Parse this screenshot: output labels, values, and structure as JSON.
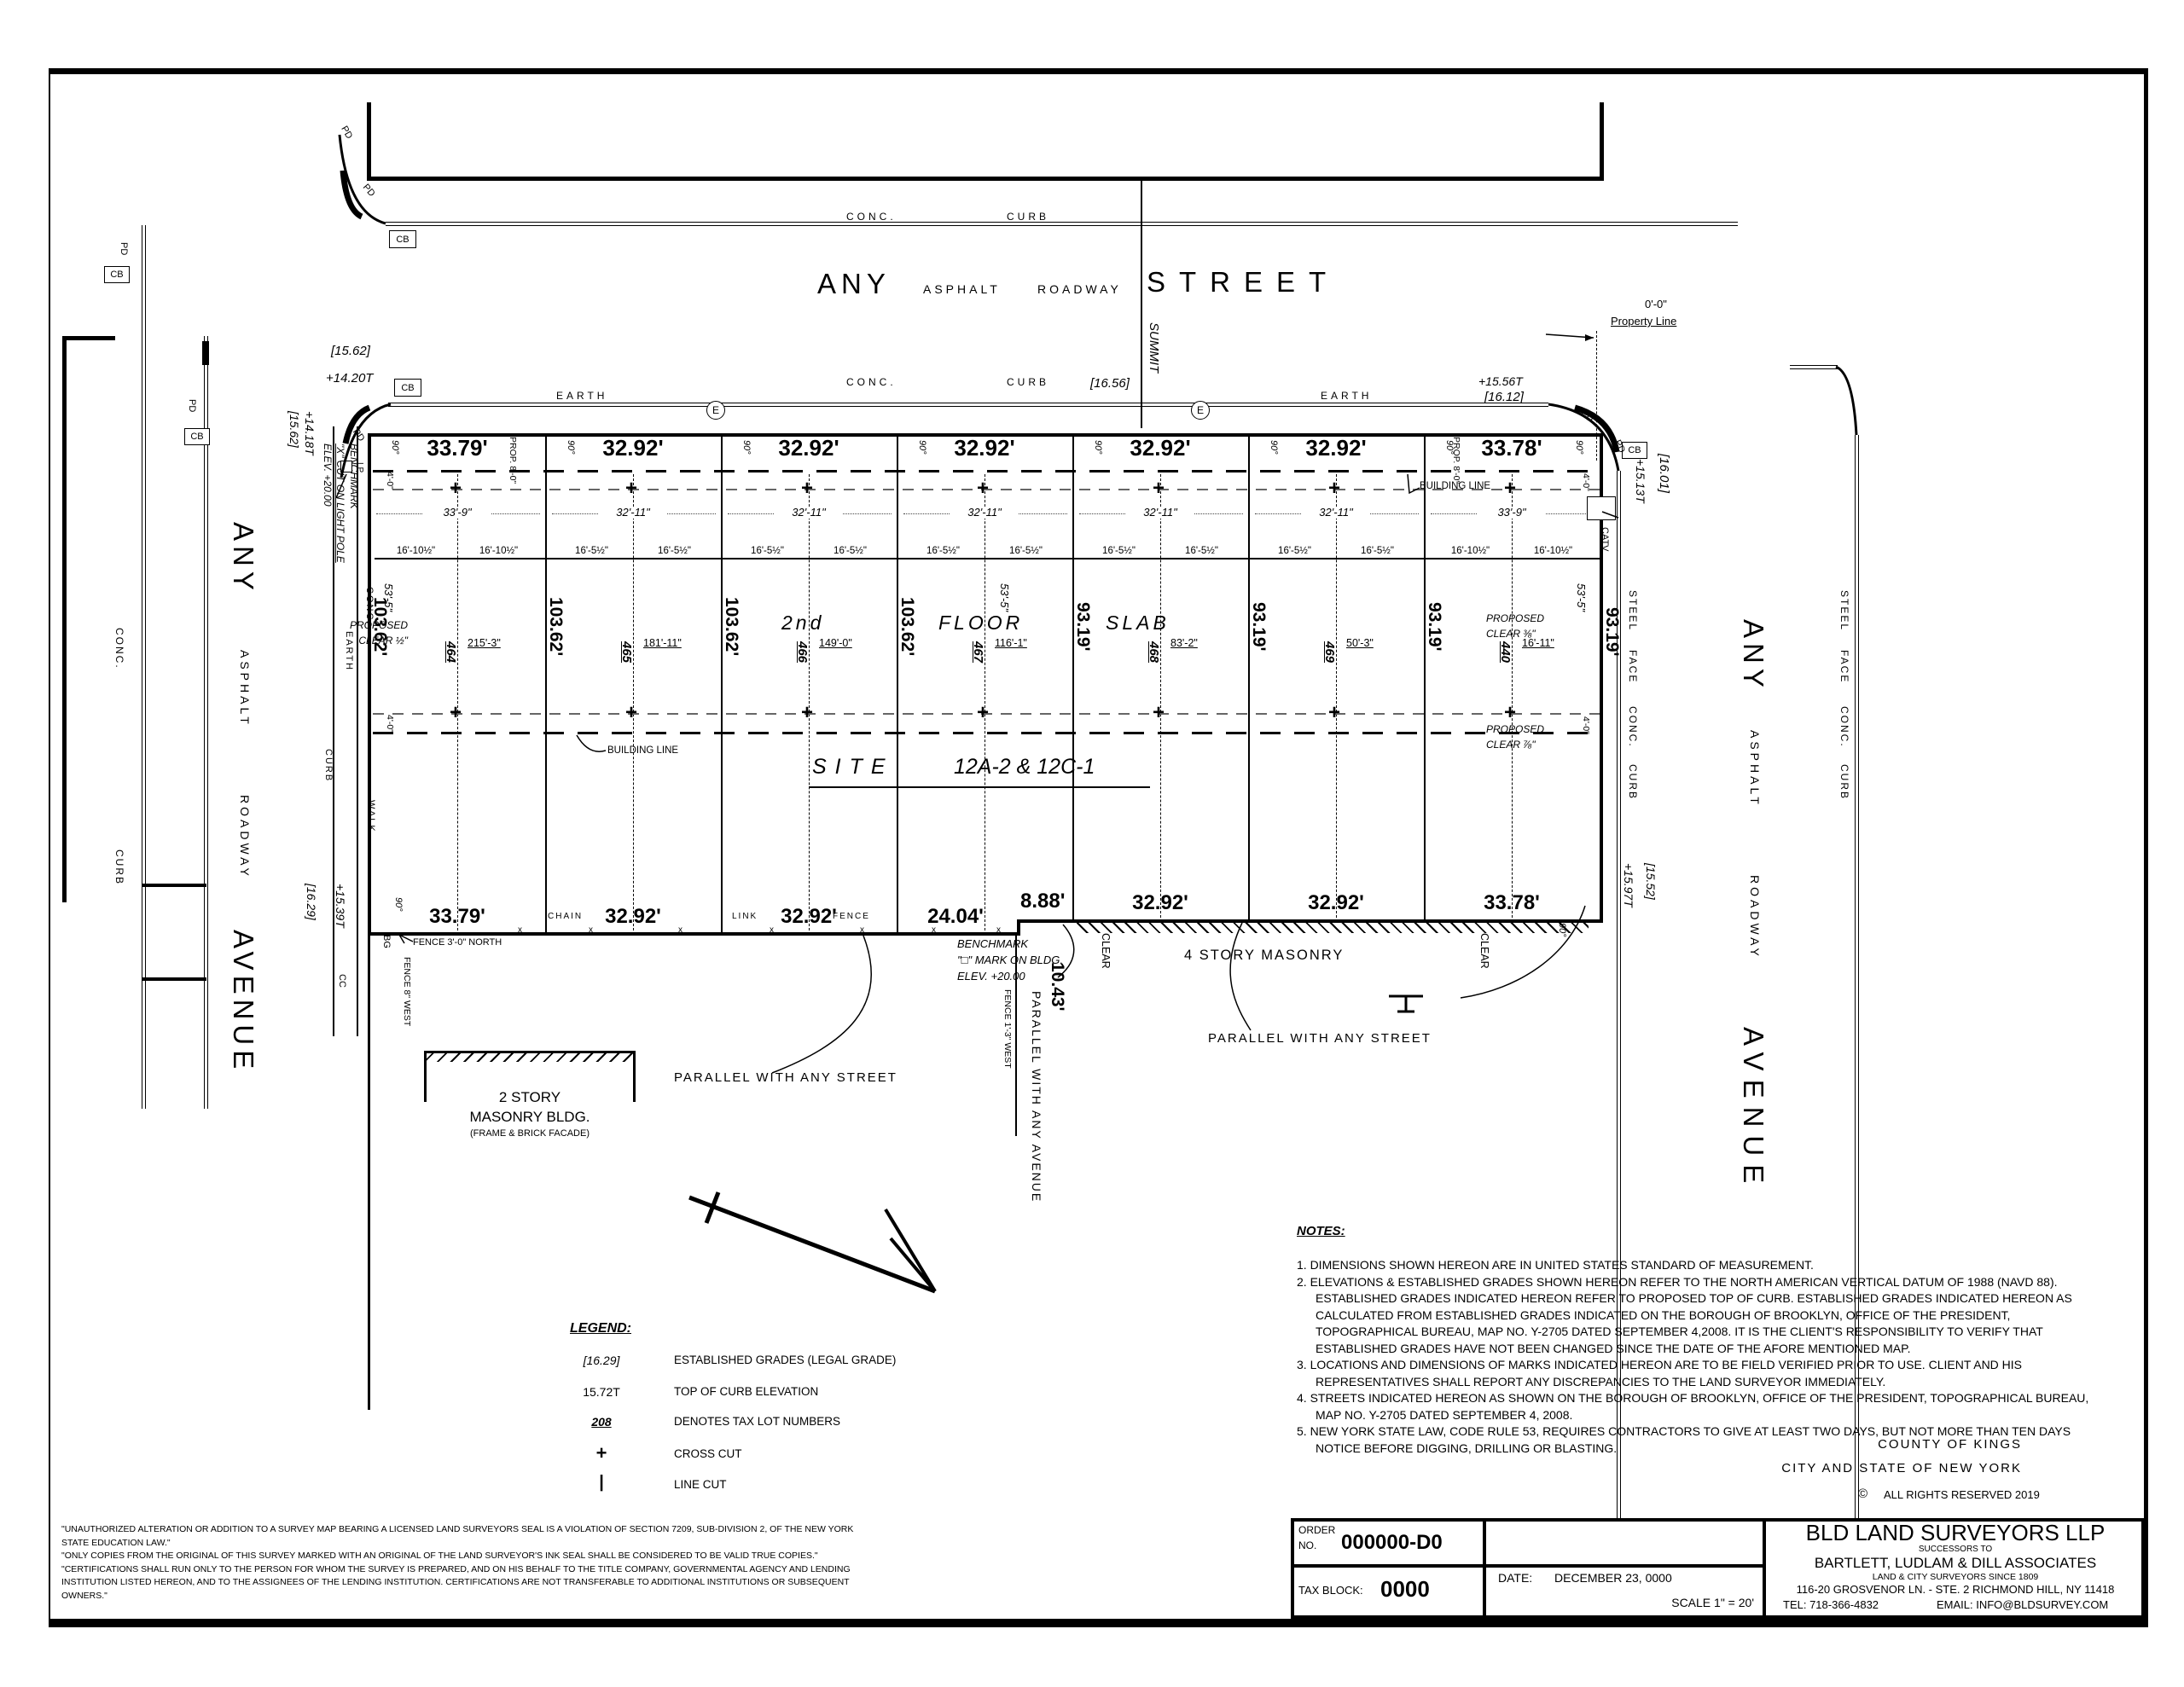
{
  "labels": {
    "conc": "CONC.",
    "curb": "CURB",
    "earth": "EARTH",
    "walk": "WALK",
    "steel": "STEEL",
    "face": "FACE",
    "asphalt": "ASPHALT",
    "roadway": "ROADWAY",
    "any": "ANY",
    "street": "STREET",
    "avenue": "AVENUE",
    "summit": "SUMMIT",
    "pd": "PD",
    "cb": "CB",
    "cc": "CC",
    "bg": "BG",
    "lp": "LP",
    "catv": "CATV",
    "e": "E",
    "x": "x",
    "deg90": "90°",
    "clear": "CLEAR",
    "copyright": "©"
  },
  "elevations": {
    "nw_grade": "[15.62]",
    "nw_top": "+14.20T",
    "street_grade": "[16.56]",
    "ne_top": "+15.56T",
    "ne_grade": "[16.12]",
    "prop_offset": "0'-0\"",
    "property_line": "Property Line",
    "e_top": "+15.13T",
    "e_grade": "[16.01]",
    "se_top": "+15.97T",
    "se_grade": "[15.52]",
    "w_grade": "[16.29]",
    "w_top": "+15.39T",
    "bm_top": "+14.18T",
    "bm_grade": "[15.62]"
  },
  "benchmark1": {
    "l1": "BENCHMARK",
    "l2": "\"X\" CUT ON LIGHT POLE",
    "l3": "ELEV. +20.00"
  },
  "benchmark2": {
    "l1": "BENCHMARK",
    "l2": "\"□\" MARK ON BLDG.",
    "l3": "ELEV. +20.00"
  },
  "site": {
    "lots": [
      {
        "num": "464",
        "top": "33.79'",
        "inner": "33'-9\"",
        "half_l": "16'-10½\"",
        "half_r": "16'-10½\"",
        "dim": "215'-3\""
      },
      {
        "num": "465",
        "top": "32.92'",
        "inner": "32'-11\"",
        "half_l": "16'-5½\"",
        "half_r": "16'-5½\"",
        "dim": "181'-11\""
      },
      {
        "num": "466",
        "top": "32.92'",
        "inner": "32'-11\"",
        "half_l": "16'-5½\"",
        "half_r": "16'-5½\"",
        "dim": "149'-0\""
      },
      {
        "num": "467",
        "top": "32.92'",
        "inner": "32'-11\"",
        "half_l": "16'-5½\"",
        "half_r": "16'-5½\"",
        "dim": "116'-1\""
      },
      {
        "num": "468",
        "top": "32.92'",
        "inner": "32'-11\"",
        "half_l": "16'-5½\"",
        "half_r": "16'-5½\"",
        "dim": "83'-2\""
      },
      {
        "num": "469",
        "top": "32.92'",
        "inner": "32'-11\"",
        "half_l": "16'-5½\"",
        "half_r": "16'-5½\"",
        "dim": "50'-3\""
      },
      {
        "num": "440",
        "top": "33.78'",
        "inner": "33'-9\"",
        "half_l": "16'-10½\"",
        "half_r": "16'-10½\"",
        "dim": "16'-11\""
      }
    ],
    "depths": [
      "103.62'",
      "103.62'",
      "103.62'",
      "103.62'",
      "93.19'",
      "93.19'",
      "93.19'",
      "93.19'"
    ],
    "bottom_widths": [
      "33.79'",
      "32.92'",
      "32.92'",
      "24.04'",
      "8.88'",
      "32.92'",
      "32.92'",
      "33.78'"
    ],
    "step_depth": "10.43'",
    "slab": {
      "w1": "2nd",
      "w2": "FLOOR",
      "w3": "SLAB"
    },
    "site_word": "SITE",
    "site_ids": "12A-2  &  12C-1",
    "building_line": "BUILDING LINE",
    "dim_40": "4'-0\"",
    "dim_535": "53'-5\"",
    "prop80": "PROP. 8'-0\"",
    "clear_half": {
      "l1": "PROPOSED",
      "l2": "CLEAR ½\""
    },
    "clear_38": {
      "l1": "PROPOSED",
      "l2": "CLEAR ⅜\""
    },
    "clear_78": {
      "l1": "PROPOSED",
      "l2": "CLEAR ⅞\""
    },
    "chain": "CHAIN",
    "link": "LINK",
    "fence": "FENCE",
    "fence_north": "FENCE 3'-0\" NORTH",
    "fence_w8": "FENCE 8\" WEST",
    "fence_w13": "FENCE 1'-3\" WEST",
    "parallel_street": "PARALLEL WITH ANY STREET",
    "parallel_avenue": "PARALLEL WITH ANY AVENUE",
    "four_story": "4 STORY MASONRY",
    "two_story": {
      "l1": "2 STORY",
      "l2": "MASONRY BLDG.",
      "l3": "(FRAME & BRICK FACADE)"
    }
  },
  "legend": {
    "title": "LEGEND:",
    "rows": [
      {
        "sym": "[16.29]",
        "desc": "ESTABLISHED GRADES (LEGAL GRADE)"
      },
      {
        "sym": "15.72T",
        "desc": "TOP OF CURB ELEVATION"
      },
      {
        "sym": "208",
        "desc": "DENOTES TAX LOT NUMBERS"
      },
      {
        "sym": "+",
        "desc": "CROSS CUT"
      },
      {
        "sym": "|",
        "desc": "LINE CUT"
      }
    ]
  },
  "notes": {
    "title": "NOTES:",
    "items": [
      "1.  DIMENSIONS SHOWN HEREON ARE IN UNITED STATES STANDARD OF MEASUREMENT.",
      "2.  ELEVATIONS & ESTABLISHED GRADES SHOWN HEREON REFER TO THE NORTH AMERICAN VERTICAL DATUM OF 1988 (NAVD 88). ESTABLISHED GRADES INDICATED HEREON REFER TO PROPOSED TOP OF CURB. ESTABLISHED GRADES INDICATED HEREON AS CALCULATED FROM ESTABLISHED GRADES INDICATED ON THE BOROUGH OF BROOKLYN, OFFICE OF THE PRESIDENT, TOPOGRAPHICAL BUREAU, MAP NO. Y-2705 DATED SEPTEMBER 4,2008. IT IS THE CLIENT'S RESPONSIBILITY TO VERIFY THAT ESTABLISHED GRADES HAVE NOT BEEN CHANGED SINCE THE DATE OF THE AFORE MENTIONED MAP.",
      "3.  LOCATIONS AND DIMENSIONS OF MARKS INDICATED HEREON ARE TO BE FIELD VERIFIED PRIOR TO USE. CLIENT AND HIS REPRESENTATIVES SHALL REPORT ANY DISCREPANCIES TO THE LAND SURVEYOR IMMEDIATELY.",
      "4.  STREETS INDICATED HEREON AS SHOWN ON THE BOROUGH OF BROOKLYN, OFFICE OF THE PRESIDENT, TOPOGRAPHICAL BUREAU, MAP NO. Y-2705 DATED SEPTEMBER 4, 2008.",
      "5.  NEW YORK STATE LAW, CODE RULE 53, REQUIRES CONTRACTORS TO GIVE AT LEAST TWO DAYS, BUT NOT MORE THAN TEN DAYS NOTICE BEFORE DIGGING, DRILLING OR BLASTING."
    ]
  },
  "county": {
    "l1": "COUNTY OF KINGS",
    "l2": "CITY AND STATE OF NEW YORK",
    "l3": "ALL RIGHTS RESERVED 2019"
  },
  "titleblock": {
    "order_label": "ORDER",
    "no_label": "NO.",
    "order_value": "000000-D0",
    "tax_label": "TAX BLOCK:",
    "tax_value": "0000",
    "date_label": "DATE:",
    "date_value": "DECEMBER 23, 0000",
    "scale": "SCALE 1\" = 20'",
    "firm": "BLD LAND SURVEYORS LLP",
    "successors": "SUCCESSORS TO",
    "firm2": "BARTLETT, LUDLAM & DILL ASSOCIATES",
    "since": "LAND & CITY SURVEYORS SINCE 1809",
    "address": "116-20  GROSVENOR LN. - STE. 2   RICHMOND HILL, NY 11418",
    "tel": "TEL: 718-366-4832",
    "email": "EMAIL: INFO@BLDSURVEY.COM"
  },
  "disclaimers": [
    "\"UNAUTHORIZED ALTERATION OR ADDITION TO A SURVEY MAP BEARING A LICENSED LAND SURVEYORS SEAL IS A VIOLATION OF SECTION 7209, SUB-DIVISION 2, OF THE NEW YORK STATE EDUCATION LAW.\"",
    "\"ONLY COPIES FROM THE ORIGINAL OF THIS SURVEY MARKED WITH AN ORIGINAL OF THE LAND SURVEYOR'S INK SEAL SHALL BE CONSIDERED TO BE VALID TRUE COPIES.\"",
    "\"CERTIFICATIONS SHALL RUN ONLY TO THE PERSON FOR WHOM THE SURVEY IS PREPARED, AND ON HIS BEHALF TO THE TITLE COMPANY, GOVERNMENTAL AGENCY AND LENDING INSTITUTION LISTED HEREON, AND TO THE ASSIGNEES OF THE LENDING INSTITUTION. CERTIFICATIONS ARE NOT TRANSFERABLE TO ADDITIONAL INSTITUTIONS OR SUBSEQUENT OWNERS.\""
  ]
}
